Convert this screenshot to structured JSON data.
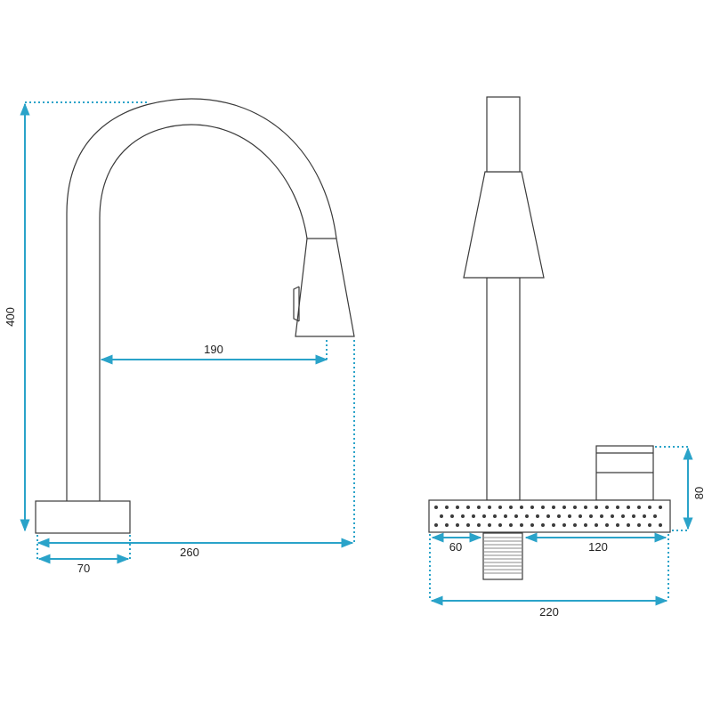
{
  "colors": {
    "dimension": "#2aa3c9",
    "outline": "#3a3a3a"
  },
  "dimensions": {
    "height": "400",
    "reach": "190",
    "depth": "260",
    "base_width": "70",
    "handle_height": "80",
    "spacing_left": "60",
    "spacing_right": "120",
    "total_width": "220"
  }
}
